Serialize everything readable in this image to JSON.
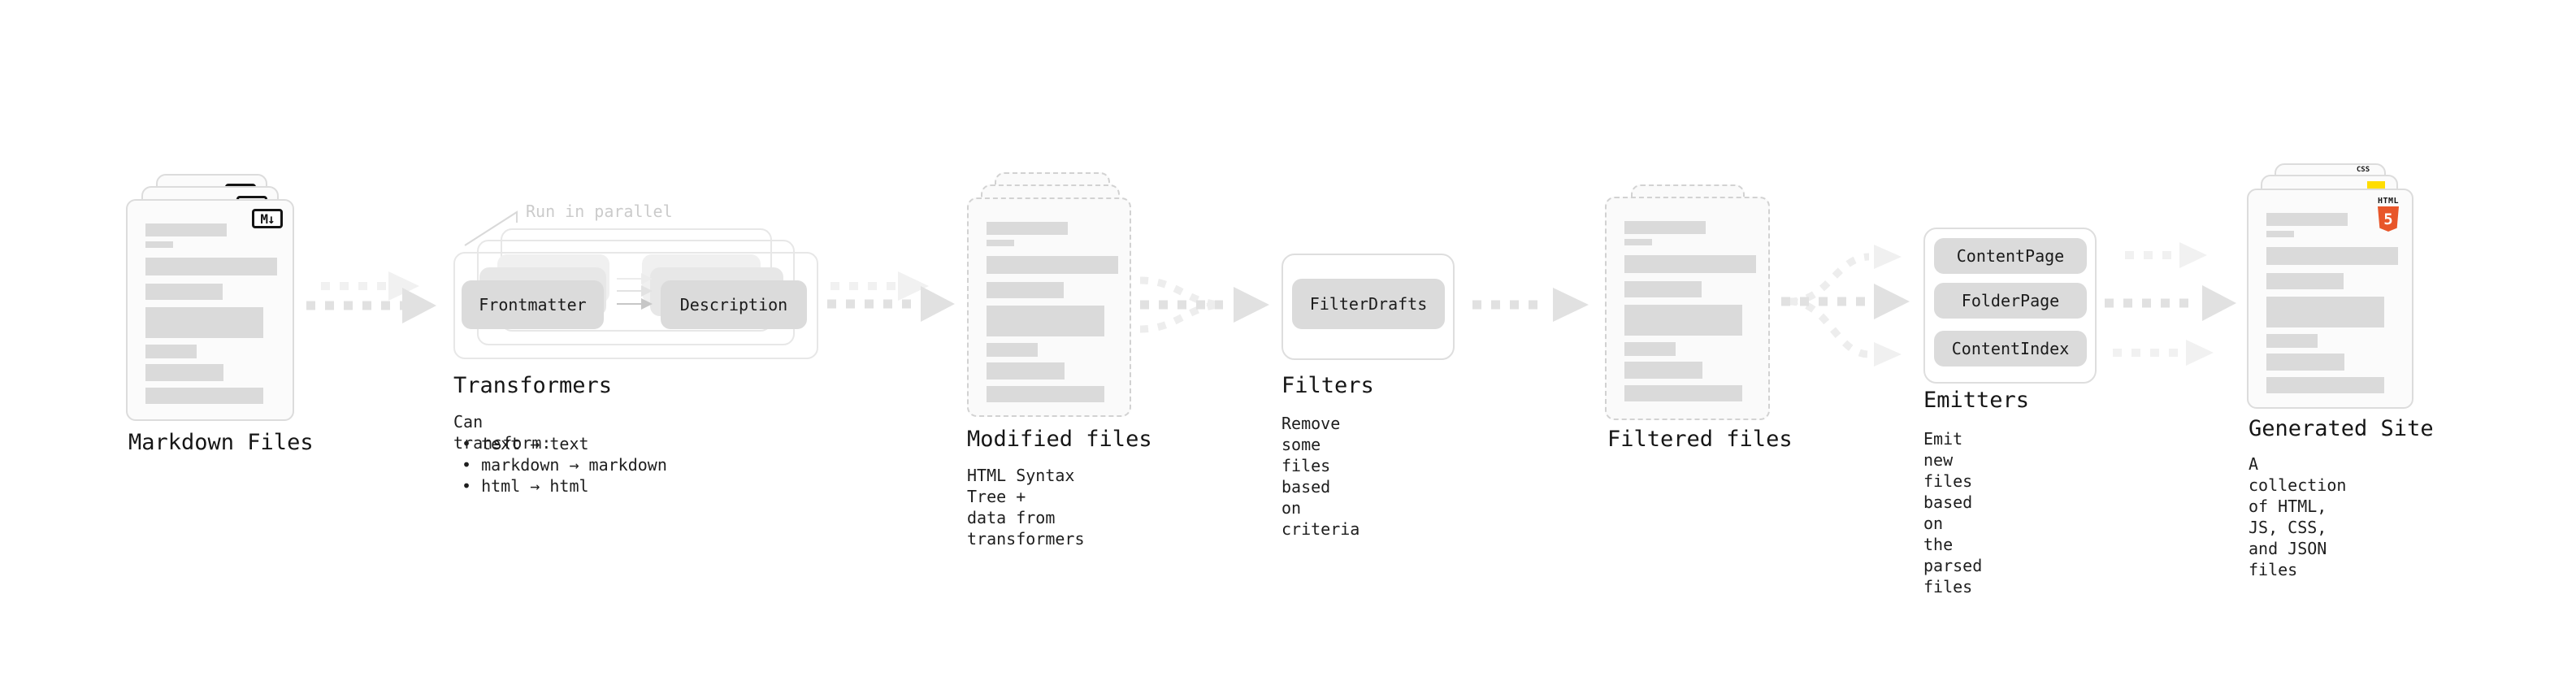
{
  "colors": {
    "background": "#ffffff",
    "card_border": "#dcdcdc",
    "skeleton_bar": "#dadada",
    "pill_gray": "#dbdbdb",
    "arrow_dark": "#e1e1e1",
    "arrow_light": "#f1f1f1",
    "annotation_gray": "#cbcbcb",
    "css_blue": "#2d6ae0",
    "js_yellow": "#ffdd00",
    "html_orange": "#e8562a"
  },
  "stages": {
    "markdown_files": {
      "label": "Markdown Files",
      "badge": "M↓"
    },
    "transformers": {
      "annotation": "Run in parallel",
      "pills": [
        "Frontmatter",
        "Description"
      ],
      "label": "Transformers",
      "caption_title": "Can transform:",
      "bullets": [
        "• text → text",
        "• markdown → markdown",
        "• html → html"
      ]
    },
    "modified_files": {
      "label": "Modified files",
      "caption": "HTML Syntax Tree +\ndata from transformers"
    },
    "filters": {
      "pill": "FilterDrafts",
      "label": "Filters",
      "caption": "Remove some files based\non criteria"
    },
    "filtered_files": {
      "label": "Filtered files"
    },
    "emitters": {
      "pills": [
        "ContentPage",
        "FolderPage",
        "ContentIndex"
      ],
      "label": "Emitters",
      "caption": "Emit new files based on\nthe parsed files"
    },
    "generated_site": {
      "label": "Generated Site",
      "caption": "A collection of HTML,\nJS, CSS, and JSON files",
      "badge_css": "CSS",
      "badge_html_word": "HTML",
      "badge_html_number": "5"
    }
  }
}
